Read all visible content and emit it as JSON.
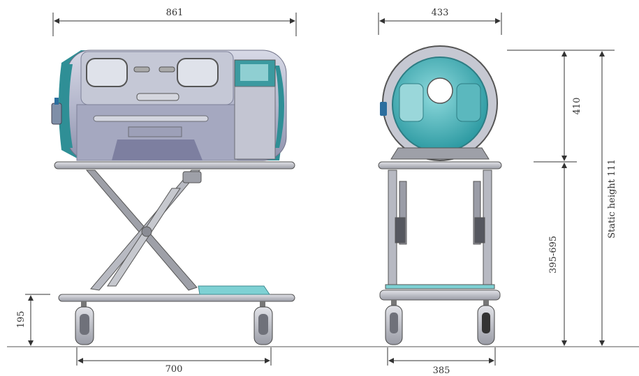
{
  "dimensions": {
    "side_length": "861",
    "wheelbase": "700",
    "base_height": "195",
    "front_width": "433",
    "front_base_width": "385",
    "capsule_height": "410",
    "adjustable_height": "395-695",
    "total_height": "Static height 111"
  },
  "colors": {
    "capsule_body": "#b9bcd0",
    "capsule_dark": "#8e90ad",
    "capsule_frame": "#a8aab4",
    "teal": "#3fa9b0",
    "teal_light": "#7ed1d4",
    "metal": "#c8cad0",
    "metal_dark": "#6b6d75",
    "line": "#333333"
  }
}
